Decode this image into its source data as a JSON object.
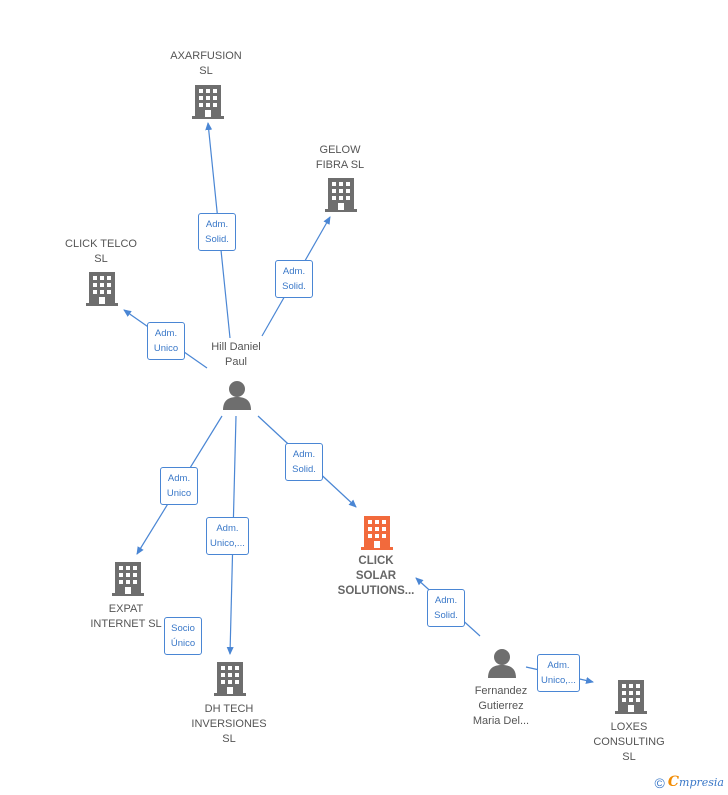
{
  "nodes": {
    "axarfusion": {
      "label": "AXARFUSION\nSL",
      "kind": "company"
    },
    "gelow": {
      "label": "GELOW\nFIBRA  SL",
      "kind": "company"
    },
    "clicktelco": {
      "label": "CLICK TELCO\nSL",
      "kind": "company"
    },
    "hill": {
      "label": "Hill Daniel\nPaul",
      "kind": "person"
    },
    "expat": {
      "label": "EXPAT\nINTERNET  SL",
      "kind": "company"
    },
    "dhtech": {
      "label": "DH TECH\nINVERSIONES\nSL",
      "kind": "company"
    },
    "clicksolar": {
      "label": "CLICK\nSOLAR\nSOLUTIONS...",
      "kind": "company-main"
    },
    "fernandez": {
      "label": "Fernandez\nGutierrez\nMaria Del...",
      "kind": "person"
    },
    "loxes": {
      "label": "LOXES\nCONSULTING\nSL",
      "kind": "company"
    }
  },
  "edges": {
    "hill_axarfusion": "Adm.\nSolid.",
    "hill_gelow": "Adm.\nSolid.",
    "hill_clicktelco": "Adm.\nUnico",
    "hill_expat": "Adm.\nUnico",
    "hill_dhtech": "Adm.\nUnico,...",
    "hill_clicksolar": "Adm.\nSolid.",
    "expat_dhtech": "Socio\nÚnico",
    "fernandez_clicksolar": "Adm.\nSolid.",
    "fernandez_loxes": "Adm.\nUnico,..."
  },
  "colors": {
    "edge": "#4a86d4",
    "icon": "#6e6e6e",
    "main_company": "#f26a3c"
  },
  "footer": {
    "copyright": "©",
    "brand_initial": "C",
    "brand_rest": "mpresia"
  }
}
